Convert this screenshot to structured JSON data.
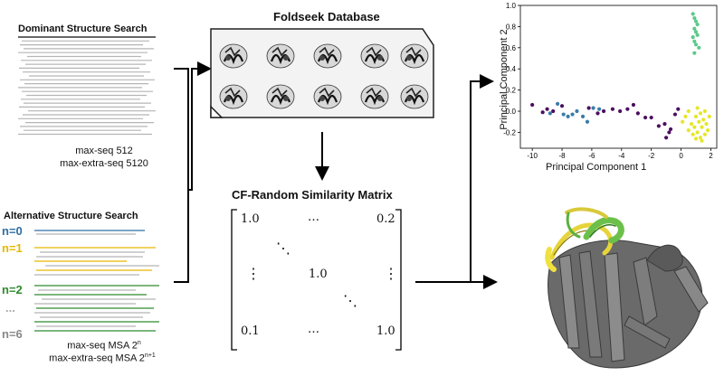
{
  "dominant": {
    "title": "Dominant Structure Search",
    "line1": "max-seq 512",
    "line2": "max-extra-seq 5120"
  },
  "alternative": {
    "title": "Alternative Structure Search",
    "n_labels": [
      "n=0",
      "n=1",
      "n=2",
      "...",
      "n=6"
    ],
    "n_colors": [
      "#2f6ea3",
      "#e6b800",
      "#2e8b2e",
      "#aaaaaa",
      "#888888"
    ],
    "cap1_text": "max-seq MSA 2",
    "cap1_sup": "n",
    "cap2_text": "max-extra-seq MSA 2",
    "cap2_sup": "n+1"
  },
  "foldseek": {
    "title": "Foldseek Database"
  },
  "matrix": {
    "title": "CF-Random Similarity Matrix",
    "r1c1": "1.0",
    "r1c2": "…",
    "r1c3": "0.2",
    "d1": "⋱",
    "r2c1": "⋮",
    "r2c2": "1.0",
    "r2c3": "⋮",
    "d2": "⋱",
    "r3c1": "0.1",
    "r3c2": "…",
    "r3c3": "1.0"
  },
  "chart_data": {
    "type": "scatter",
    "title": "",
    "xlabel": "Principal Component 1",
    "ylabel": "Principal Component 2",
    "xlim": [
      -10.8,
      2.4
    ],
    "ylim": [
      -0.35,
      1.0
    ],
    "xticks": [
      -10,
      -8,
      -6,
      -4,
      -2,
      0,
      2
    ],
    "yticks": [
      -0.2,
      0.0,
      0.2,
      0.4,
      0.6,
      0.8,
      1.0
    ],
    "series": [
      {
        "color": "#4b0f5e",
        "points": [
          [
            -10.0,
            0.06
          ],
          [
            -9.3,
            -0.01
          ],
          [
            -9.0,
            0.02
          ],
          [
            -8.6,
            0.0
          ],
          [
            -8.0,
            0.05
          ],
          [
            -6.2,
            0.03
          ],
          [
            -5.6,
            -0.02
          ],
          [
            -5.2,
            0.0
          ],
          [
            -4.6,
            0.02
          ],
          [
            -4.1,
            0.0
          ],
          [
            -3.6,
            0.02
          ],
          [
            -3.2,
            0.06
          ],
          [
            -2.9,
            -0.02
          ],
          [
            -2.4,
            -0.06
          ],
          [
            -2.0,
            -0.06
          ],
          [
            -1.5,
            -0.14
          ],
          [
            -1.1,
            -0.12
          ],
          [
            -1.0,
            -0.25
          ],
          [
            -0.8,
            -0.2
          ],
          [
            -0.7,
            -0.17
          ],
          [
            -0.4,
            -0.03
          ],
          [
            -0.2,
            0.02
          ]
        ]
      },
      {
        "color": "#3a7ca8",
        "points": [
          [
            -8.8,
            -0.02
          ],
          [
            -8.3,
            0.07
          ],
          [
            -7.9,
            -0.03
          ],
          [
            -7.6,
            -0.05
          ],
          [
            -7.3,
            -0.03
          ],
          [
            -7.0,
            0.0
          ],
          [
            -6.6,
            -0.05
          ],
          [
            -6.3,
            -0.1
          ],
          [
            -5.9,
            0.03
          ],
          [
            -5.5,
            0.02
          ]
        ]
      },
      {
        "color": "#e6e62a",
        "points": [
          [
            0.1,
            -0.1
          ],
          [
            0.3,
            -0.05
          ],
          [
            0.5,
            0.0
          ],
          [
            0.5,
            -0.18
          ],
          [
            0.7,
            -0.12
          ],
          [
            0.9,
            -0.15
          ],
          [
            1.0,
            -0.05
          ],
          [
            1.1,
            -0.2
          ],
          [
            1.2,
            -0.1
          ],
          [
            1.3,
            -0.25
          ],
          [
            1.4,
            -0.15
          ],
          [
            1.5,
            -0.08
          ],
          [
            1.6,
            -0.22
          ],
          [
            1.7,
            -0.12
          ],
          [
            1.8,
            -0.18
          ],
          [
            1.4,
            -0.28
          ],
          [
            1.1,
            0.03
          ],
          [
            1.6,
            0.0
          ],
          [
            0.8,
            -0.22
          ],
          [
            1.9,
            -0.05
          ],
          [
            1.3,
            -0.02
          ],
          [
            1.0,
            -0.26
          ]
        ]
      },
      {
        "color": "#5cc98a",
        "points": [
          [
            0.8,
            0.92
          ],
          [
            0.9,
            0.88
          ],
          [
            1.0,
            0.85
          ],
          [
            1.1,
            0.82
          ],
          [
            0.9,
            0.78
          ],
          [
            1.0,
            0.75
          ],
          [
            1.1,
            0.72
          ],
          [
            0.8,
            0.7
          ],
          [
            0.9,
            0.66
          ],
          [
            1.0,
            0.63
          ],
          [
            1.2,
            0.6
          ],
          [
            0.9,
            0.55
          ]
        ]
      }
    ]
  }
}
